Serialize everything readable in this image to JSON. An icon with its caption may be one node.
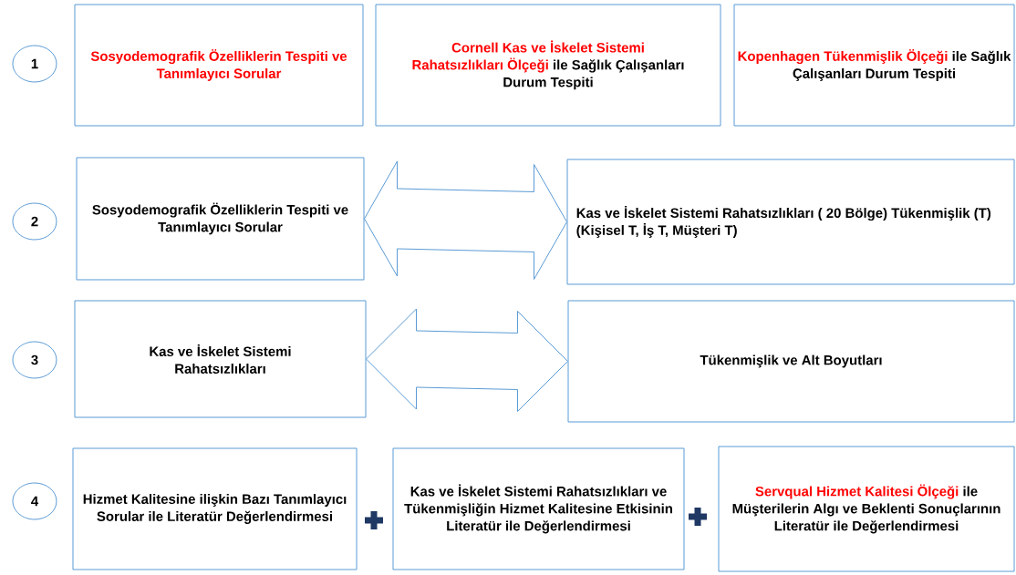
{
  "diagram": {
    "nodes": [
      {
        "text": [
          "1"
        ]
      },
      {
        "text": [
          "Sosyodemografik Özelliklerin Tespiti ve Tanımlayıcı Sorular"
        ]
      },
      {
        "text": [
          "Cornell Kas ve İskelet Sistemi Rahatsızlıkları Ölçeği",
          "ile Sağlık Çalışanları Durum Tespiti"
        ]
      },
      {
        "text": [
          "Kopenhagen Tükenmişlik Ölçeği",
          "ile Sağlık Çalışanları Durum Tespiti"
        ]
      },
      {
        "text": [
          "2"
        ]
      },
      {
        "text": [
          "Sosyodemografik Özelliklerin Tespiti ve Tanımlayıcı Sorular"
        ]
      },
      {
        "text": [
          "Kas ve İskelet Sistemi Rahatsızlıkları ( 20 Bölge) Tükenmişlik (T) (Kişisel T, İş T, Müşteri T)"
        ]
      },
      {
        "text": [
          "3"
        ]
      },
      {
        "text": [
          "Kas ve İskelet Sistemi Rahatsızlıkları"
        ]
      },
      {
        "text": [
          "Tükenmişlik ve Alt Boyutları"
        ]
      },
      {
        "text": [
          "4"
        ]
      },
      {
        "text": [
          "Hizmet Kalitesine ilişkin Bazı Tanımlayıcı Sorular ile Literatür Değerlendirmesi"
        ]
      },
      {
        "text": [
          "Kas ve İskelet Sistemi Rahatsızlıkları ve Tükenmişliğin Hizmet Kalitesine Etkisinin Literatür ile Değerlendirmesi"
        ]
      },
      {
        "text": [
          "Servqual Hizmet Kalitesi Ölçeği",
          "ile Müşterilerin Algı ve Beklenti Sonuçlarının Literatür ile Değerlendirmesi"
        ]
      }
    ],
    "edges": [
      {
        "from": 5,
        "to": 6,
        "arrow": "both"
      },
      {
        "from": 8,
        "to": 9,
        "arrow": "both"
      }
    ]
  }
}
